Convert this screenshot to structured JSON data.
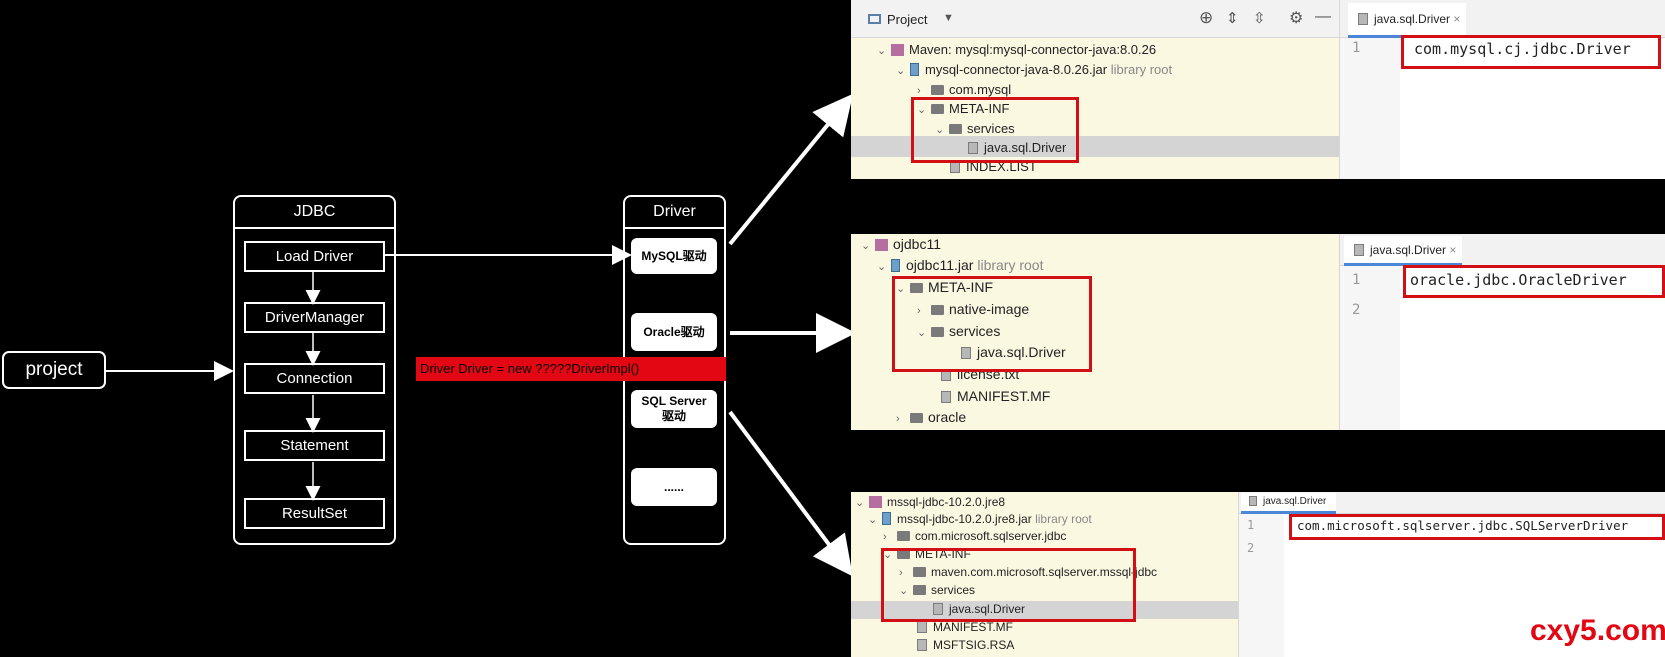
{
  "project": {
    "label": "project"
  },
  "jdbc": {
    "title": "JDBC",
    "steps": [
      "Load Driver",
      "DriverManager",
      "Connection",
      "Statement",
      "ResultSet"
    ]
  },
  "driver": {
    "title": "Driver",
    "items": [
      "MySQL驱动",
      "Oracle驱动",
      "SQL Server\n驱动",
      "......"
    ]
  },
  "annotation": "Driver Driver = new ?????DriverImpl()",
  "mysql_panel": {
    "header": "Project",
    "tree": [
      {
        "text": "Maven: mysql:mysql-connector-java:8.0.26",
        "suffix": ""
      },
      {
        "text": "mysql-connector-java-8.0.26.jar",
        "suffix": "library root"
      },
      {
        "text": "com.mysql",
        "suffix": ""
      },
      {
        "text": "META-INF",
        "suffix": ""
      },
      {
        "text": "services",
        "suffix": ""
      },
      {
        "text": "java.sql.Driver",
        "suffix": ""
      },
      {
        "text": "INDEX.LIST",
        "suffix": ""
      }
    ],
    "tab": "java.sql.Driver",
    "lines": [
      "1"
    ],
    "code": "com.mysql.cj.jdbc.Driver"
  },
  "oracle_panel": {
    "tree": [
      {
        "text": "ojdbc11",
        "suffix": ""
      },
      {
        "text": "ojdbc11.jar",
        "suffix": "library root"
      },
      {
        "text": "META-INF",
        "suffix": ""
      },
      {
        "text": "native-image",
        "suffix": ""
      },
      {
        "text": "services",
        "suffix": ""
      },
      {
        "text": "java.sql.Driver",
        "suffix": ""
      },
      {
        "text": "license.txt",
        "suffix": ""
      },
      {
        "text": "MANIFEST.MF",
        "suffix": ""
      },
      {
        "text": "oracle",
        "suffix": ""
      }
    ],
    "tab": "java.sql.Driver",
    "lines": [
      "1",
      "2"
    ],
    "code": "oracle.jdbc.OracleDriver"
  },
  "mssql_panel": {
    "tree": [
      {
        "text": "mssql-jdbc-10.2.0.jre8",
        "suffix": ""
      },
      {
        "text": "mssql-jdbc-10.2.0.jre8.jar",
        "suffix": "library root"
      },
      {
        "text": "com.microsoft.sqlserver.jdbc",
        "suffix": ""
      },
      {
        "text": "META-INF",
        "suffix": ""
      },
      {
        "text": "maven.com.microsoft.sqlserver.mssql-jdbc",
        "suffix": ""
      },
      {
        "text": "services",
        "suffix": ""
      },
      {
        "text": "java.sql.Driver",
        "suffix": ""
      },
      {
        "text": "MANIFEST.MF",
        "suffix": ""
      },
      {
        "text": "MSFTSIG.RSA",
        "suffix": ""
      }
    ],
    "tab": "java.sql.Driver",
    "lines": [
      "1",
      "2"
    ],
    "code": "com.microsoft.sqlserver.jdbc.SQLServerDriver"
  },
  "watermark": "cxy5.com",
  "colors": {
    "highlight_red": "#d10f14",
    "label_red": "#e30613",
    "tree_bg": "#fbf8e2",
    "selection": "#d4d4d4"
  }
}
